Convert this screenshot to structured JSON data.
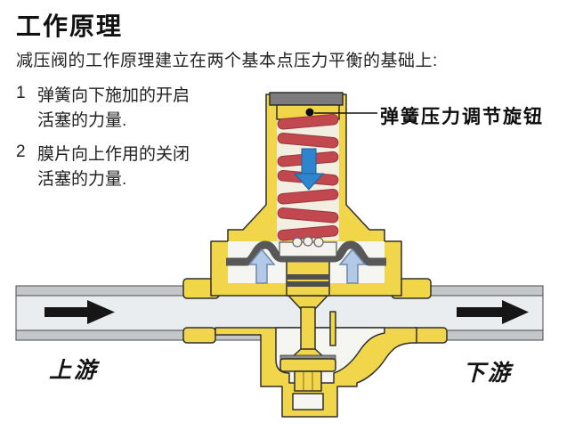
{
  "header": {
    "title": "工作原理"
  },
  "content": {
    "intro": "减压阀的工作原理建立在两个基本点压力平衡的基础上:",
    "items": [
      {
        "num": "1",
        "line1": "弹簧向下施加的开启",
        "line2": "活塞的力量."
      },
      {
        "num": "2",
        "line1": "膜片向上作用的关闭",
        "line2": "活塞的力量."
      }
    ]
  },
  "diagram": {
    "knob_label": "弹簧压力调节旋钮",
    "upstream": "上游",
    "downstream": "下游",
    "colors": {
      "body_yellow": "#F1D54A",
      "spring_red": "#C24850",
      "cap_gray": "#7C7C7C",
      "diaphragm_gray": "#585858",
      "down_arrow_blue": "#2F85CD",
      "up_arrow_blue": "#B3C9E8",
      "up_arrow_border": "#6e87ab",
      "pipe_wall_gray": "#C3C7C9",
      "pipe_inner": "#EAEDEF",
      "flow_arrow_black": "#161616"
    }
  }
}
